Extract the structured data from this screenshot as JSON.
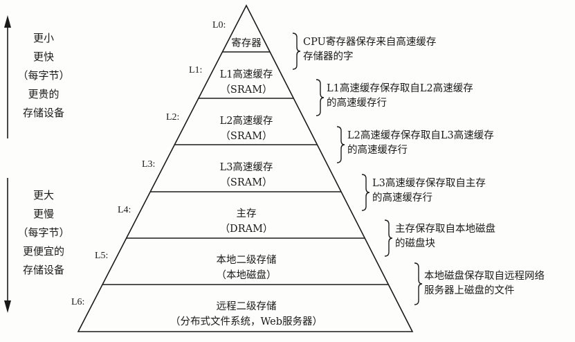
{
  "left_top": {
    "direction": "up",
    "lines": [
      "更小",
      "更快",
      "（每字节）",
      "更贵的",
      "存储设备"
    ]
  },
  "left_bottom": {
    "direction": "down",
    "lines": [
      "更大",
      "更慢",
      "（每字节）",
      "更便宜的",
      "存储设备"
    ]
  },
  "levels": [
    {
      "label": "L0:",
      "name": "寄存器",
      "sub": "",
      "note": [
        "CPU寄存器保存来自高速缓存",
        "存储器的字"
      ]
    },
    {
      "label": "L1:",
      "name": "L1高速缓存",
      "sub": "（SRAM）",
      "note": [
        "L1高速缓存保存取自L2高速缓存",
        "的高速缓存行"
      ]
    },
    {
      "label": "L2:",
      "name": "L2高速缓存",
      "sub": "（SRAM）",
      "note": [
        "L2高速缓存保存取自L3高速缓存",
        "的高速缓存行"
      ]
    },
    {
      "label": "L3:",
      "name": "L3高速缓存",
      "sub": "（SRAM）",
      "note": [
        "L3高速缓存保存取自主存",
        "的高速缓存行"
      ]
    },
    {
      "label": "L4:",
      "name": "主存",
      "sub": "（DRAM）",
      "note": [
        "主存保存取自本地磁盘",
        "的磁盘块"
      ]
    },
    {
      "label": "L5:",
      "name": "本地二级存储",
      "sub": "（本地磁盘）",
      "note": [
        "本地磁盘保存取自远程网络",
        "服务器上磁盘的文件"
      ]
    },
    {
      "label": "L6:",
      "name": "远程二级存储",
      "sub": "（分布式文件系统，Web服务器）",
      "note": []
    }
  ],
  "colors": {
    "ink": "#1a1a1a",
    "background": "#fdfdfb"
  }
}
